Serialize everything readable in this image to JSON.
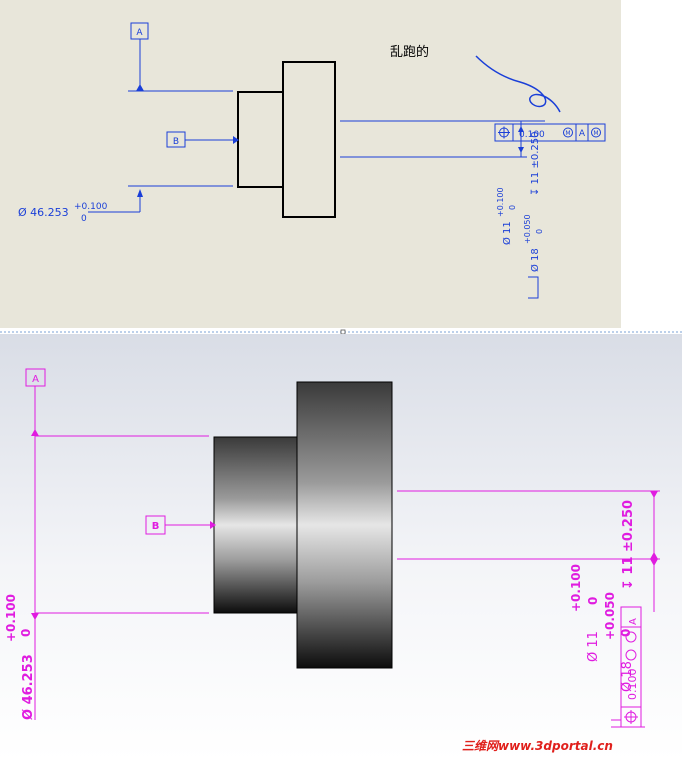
{
  "top_view": {
    "annotation_cn": "乱跑的",
    "datum_a": "A",
    "datum_b": "B",
    "dim_diameter_left": "Ø 46.253",
    "dim_diameter_left_tol_upper": "+0.100",
    "dim_diameter_left_tol_lower": "0",
    "hole_callout_line1": "Ø 11",
    "hole_callout_line1_tol_upper": "+0.100",
    "hole_callout_line1_tol_lower": "0",
    "hole_callout_line2": "Ø 18",
    "hole_callout_line2_tol_upper": "+0.050",
    "hole_callout_line2_tol_lower": "0",
    "hole_depth": "↧ 11 ±0.250",
    "fcf_tolerance": "0.100",
    "fcf_datum": "A",
    "fcf_modifier": "M",
    "colors": {
      "background": "#e8e6da",
      "annotation": "#1a3fd8",
      "outline": "#000000"
    }
  },
  "bottom_view": {
    "datum_a": "A",
    "datum_b": "B",
    "dim_diameter_left": "Ø 46.253",
    "dim_diameter_left_tol_upper": "+0.100",
    "dim_diameter_left_tol_lower": "0",
    "hole_callout_line1": "Ø 11",
    "hole_callout_line1_tol_upper": "+0.100",
    "hole_callout_line1_tol_lower": "0",
    "hole_callout_line2": "Ø 18",
    "hole_callout_line2_tol_upper": "+0.050",
    "hole_callout_line2_tol_lower": "0",
    "hole_depth": "↧ 11 ±0.250",
    "fcf_tolerance": "0.100",
    "fcf_datum": "A",
    "fcf_modifier": "M",
    "colors": {
      "annotation": "#e01ce0"
    }
  },
  "watermark": "三维网www.3dportal.cn"
}
